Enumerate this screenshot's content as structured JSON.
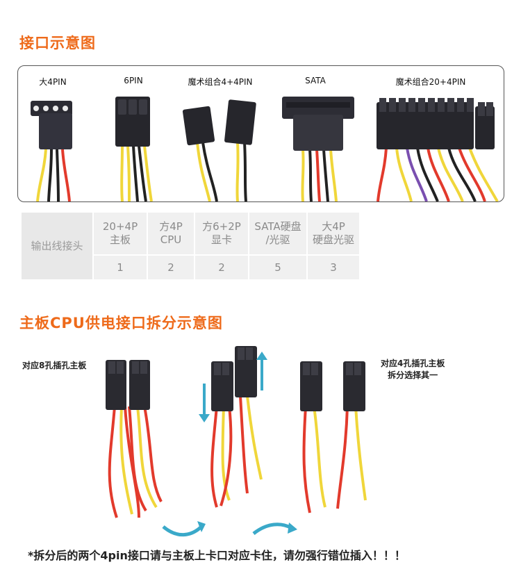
{
  "section1": {
    "title": "接口示意图"
  },
  "connectors": [
    {
      "label": "大4PIN",
      "icon": "molex-4pin-connector-icon"
    },
    {
      "label": "6PIN",
      "icon": "pcie-6pin-connector-icon"
    },
    {
      "label": "魔术组合4+4PIN",
      "icon": "cpu-4plus4-connector-icon"
    },
    {
      "label": "SATA",
      "icon": "sata-connector-icon"
    },
    {
      "label": "魔术组合20+4PIN",
      "icon": "atx-20plus4-connector-icon"
    }
  ],
  "table": {
    "header": "输出线接头",
    "columns": [
      {
        "line1": "20+4P",
        "line2": "主板",
        "count": "1"
      },
      {
        "line1": "方4P",
        "line2": "CPU",
        "count": "2"
      },
      {
        "line1": "方6+2P",
        "line2": "显卡",
        "count": "2"
      },
      {
        "line1": "SATA硬盘",
        "line2": "/光驱",
        "count": "5"
      },
      {
        "line1": "大4P",
        "line2": "硬盘光驱",
        "count": "3"
      }
    ]
  },
  "section2": {
    "title": "主板CPU供电接口拆分示意图",
    "left_note": "对应8孔插孔主板",
    "right_note_line1": "对应4孔插孔主板",
    "right_note_line2": "拆分选择其一",
    "footer": "*拆分后的两个4pin接口请与主板上卡口对应卡住，请勿强行错位插入！！！"
  },
  "colors": {
    "accent": "#ee6a1a",
    "wire_yellow": "#f0d63a",
    "wire_red": "#e23a2c",
    "wire_black": "#222222",
    "arrow": "#3aa9c9"
  }
}
